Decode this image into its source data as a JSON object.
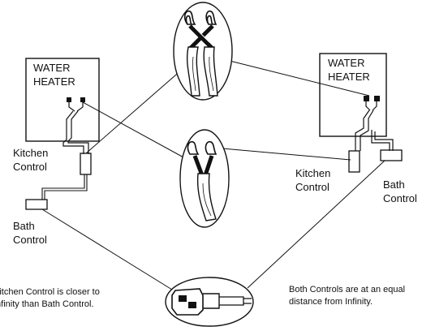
{
  "left_setup": {
    "heater_line1": "WATER",
    "heater_line2": "HEATER",
    "kitchen_line1": "Kitchen",
    "kitchen_line2": "Control",
    "bath_line1": "Bath",
    "bath_line2": "Control",
    "note_line1": "Kitchen Control is closer to",
    "note_line2": "Infinity than Bath Control."
  },
  "right_setup": {
    "heater_line1": "WATER",
    "heater_line2": "HEATER",
    "kitchen_line1": "Kitchen",
    "kitchen_line2": "Control",
    "bath_line1": "Bath",
    "bath_line2": "Control",
    "note_line1": "Both Controls are at an equal",
    "note_line2": "distance from Infinity."
  },
  "colors": {
    "line": "#111111",
    "background": "#ffffff"
  }
}
